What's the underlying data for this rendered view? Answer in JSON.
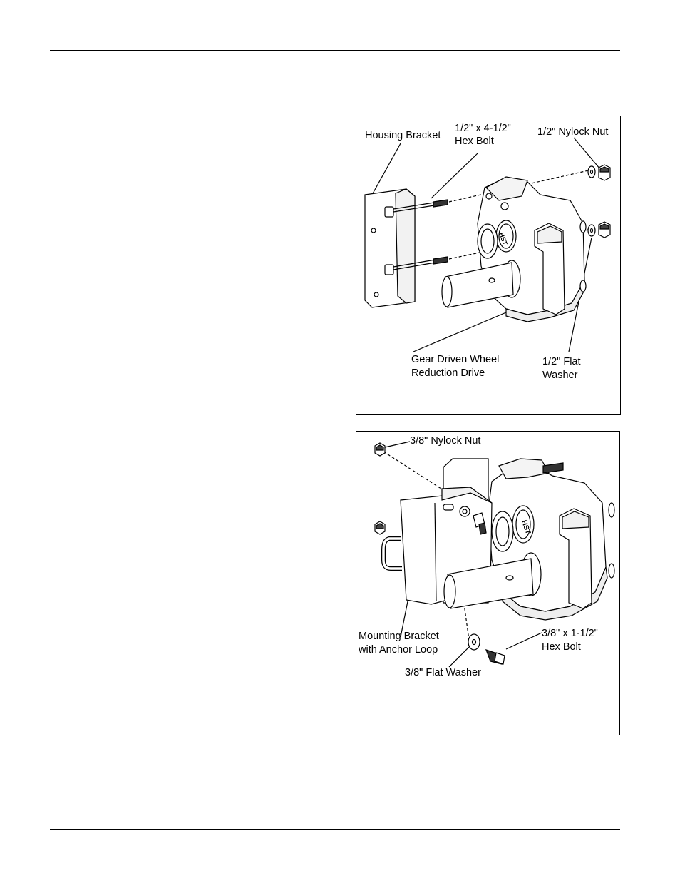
{
  "figure1": {
    "labels": {
      "housing_bracket": "Housing Bracket",
      "hex_bolt_line1": "1/2\" x 4-1/2\"",
      "hex_bolt_line2": "Hex Bolt",
      "nylock_nut": "1/2\" Nylock Nut",
      "gear_drive_line1": "Gear Driven Wheel",
      "gear_drive_line2": "Reduction Drive",
      "flat_washer_line1": "1/2\" Flat",
      "flat_washer_line2": "Washer"
    },
    "housing_logo": "HST"
  },
  "figure2": {
    "labels": {
      "nylock_nut": "3/8\" Nylock Nut",
      "mounting_bracket_line1": "Mounting Bracket",
      "mounting_bracket_line2": "with Anchor Loop",
      "hex_bolt_line1": "3/8\" x 1-1/2\"",
      "hex_bolt_line2": "Hex Bolt",
      "flat_washer": "3/8\" Flat Washer"
    },
    "housing_logo": "HST"
  }
}
